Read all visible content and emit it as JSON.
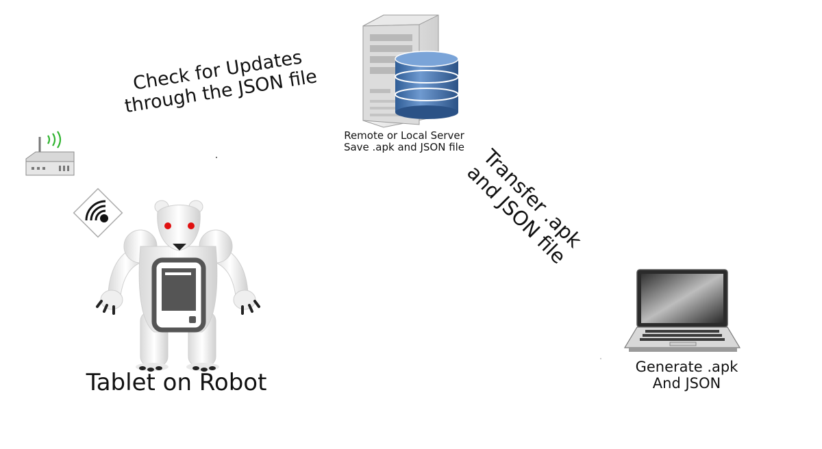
{
  "labels": {
    "check_updates_line1": "Check for Updates",
    "check_updates_line2": "through the JSON file",
    "server_line1": "Remote or Local Server",
    "server_line2": "Save .apk and JSON file",
    "transfer_line1": "Transfer .apk",
    "transfer_line2": "and JSON file",
    "laptop_line1": "Generate .apk",
    "laptop_line2": "And JSON",
    "robot_caption": "Tablet on Robot"
  },
  "colors": {
    "database_blue": "#3f6ea8",
    "wifi_green": "#2fb42f",
    "robot_eye": "#e01010",
    "tablet_dark": "#555555"
  },
  "icons": [
    "router-icon",
    "wifi-signal-icon",
    "server-icon",
    "database-icon",
    "robot-icon",
    "tablet-icon",
    "laptop-icon"
  ]
}
